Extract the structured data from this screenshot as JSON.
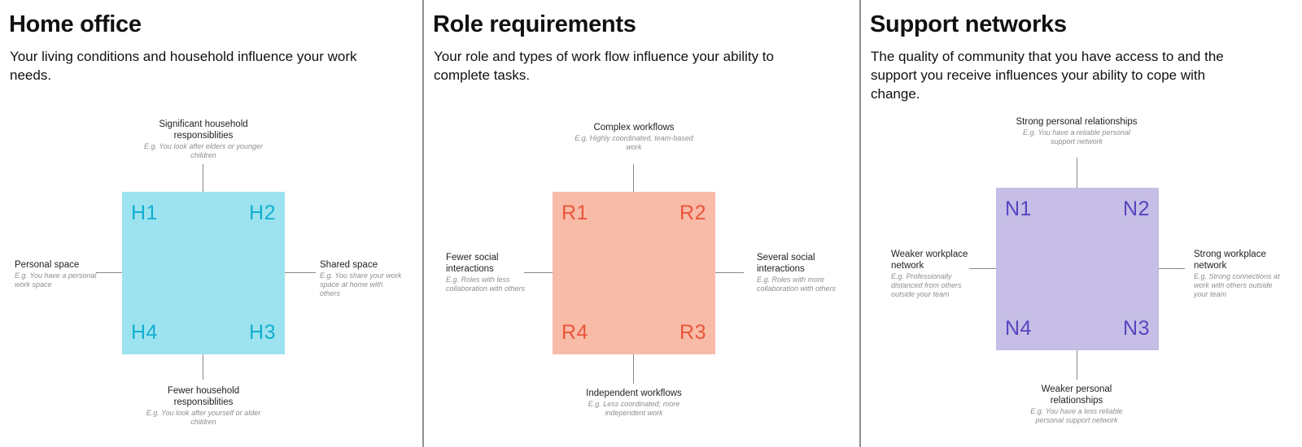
{
  "panels": [
    {
      "title": "Home office",
      "description": "Your living conditions and household influence your work needs.",
      "quadrants": {
        "tl": "H1",
        "tr": "H2",
        "bl": "H4",
        "br": "H3"
      },
      "axes": {
        "top": {
          "label": "Significant household responsiblities",
          "example": "E.g. You look after elders or younger children"
        },
        "bottom": {
          "label": "Fewer household responsiblities",
          "example": "E.g. You look after yourself or alder children"
        },
        "left": {
          "label": "Personal space",
          "example": "E.g. You have a personal work space"
        },
        "right": {
          "label": "Shared space",
          "example": "E.g. You share your work space at home with others"
        }
      },
      "color": "#9ce3ef",
      "text_color": "#14aed1"
    },
    {
      "title": "Role requirements",
      "description": "Your role and types of work flow influence your ability to complete tasks.",
      "quadrants": {
        "tl": "R1",
        "tr": "R2",
        "bl": "R4",
        "br": "R3"
      },
      "axes": {
        "top": {
          "label": "Complex workflows",
          "example": "E.g. Highly coordinated, team-based work"
        },
        "bottom": {
          "label": "Independent workflows",
          "example": "E.g. Less coordinated, more independent work"
        },
        "left": {
          "label": "Fewer social interactions",
          "example": "E.g. Roles with less collaboration with others"
        },
        "right": {
          "label": "Several social interactions",
          "example": "E.g. Roles with more collaboration with others"
        }
      },
      "color": "#f8bba8",
      "text_color": "#e9563a"
    },
    {
      "title": "Support networks",
      "description": "The quality of community that you have access to and the support you receive influences your ability to cope with change.",
      "quadrants": {
        "tl": "N1",
        "tr": "N2",
        "bl": "N4",
        "br": "N3"
      },
      "axes": {
        "top": {
          "label": "Strong personal relationships",
          "example": "E.g. You have a reliable personal support network"
        },
        "bottom": {
          "label": "Weaker personal relationships",
          "example": "E.g. You have a less reliable personal support network"
        },
        "left": {
          "label": "Weaker workplace network",
          "example": "E.g. Professionally distanced from others outside your team"
        },
        "right": {
          "label": "Strong workplace network",
          "example": "E.g. Strong connections at work with others outside your team"
        }
      },
      "color": "#c6bee6",
      "text_color": "#5a44bf"
    }
  ]
}
